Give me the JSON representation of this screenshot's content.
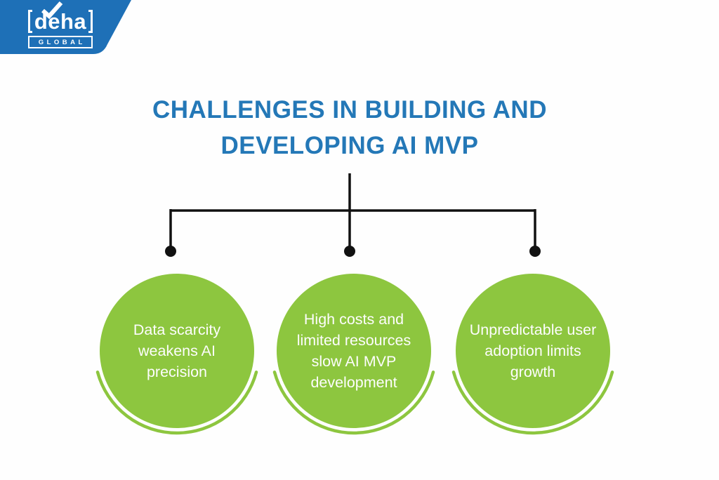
{
  "logo": {
    "brand": "deha",
    "subtitle": "GLOBAL"
  },
  "title": {
    "line1": "CHALLENGES IN BUILDING AND",
    "line2": "DEVELOPING AI MVP"
  },
  "nodes": [
    {
      "lines": [
        "Data scarcity",
        "weakens AI",
        "precision"
      ]
    },
    {
      "lines": [
        "High costs and",
        "limited resources",
        "slow AI MVP",
        "development"
      ]
    },
    {
      "lines": [
        "Unpredictable user",
        "adoption limits",
        "growth"
      ]
    }
  ],
  "colors": {
    "logo_blue": "#1e70b7",
    "title_blue": "#2478b7",
    "circle_green": "#8dc63f",
    "connector_black": "#111111",
    "circle_text": "#ffffff"
  }
}
